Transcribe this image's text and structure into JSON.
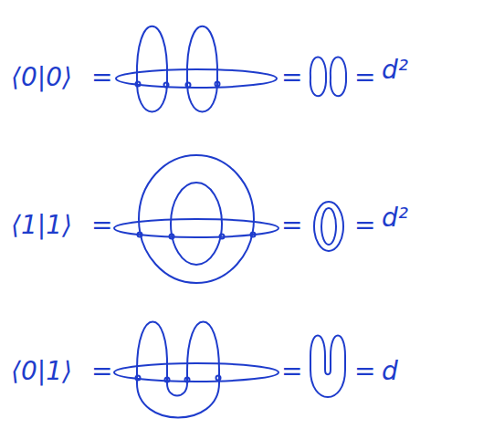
{
  "diagram": {
    "labels": [
      "⟨0|0⟩",
      "=",
      "=",
      "=",
      "d²",
      "⟨1|1⟩",
      "=",
      "=",
      "=",
      "d²",
      "⟨0|1⟩",
      "=",
      "=",
      "=",
      "d"
    ]
  }
}
